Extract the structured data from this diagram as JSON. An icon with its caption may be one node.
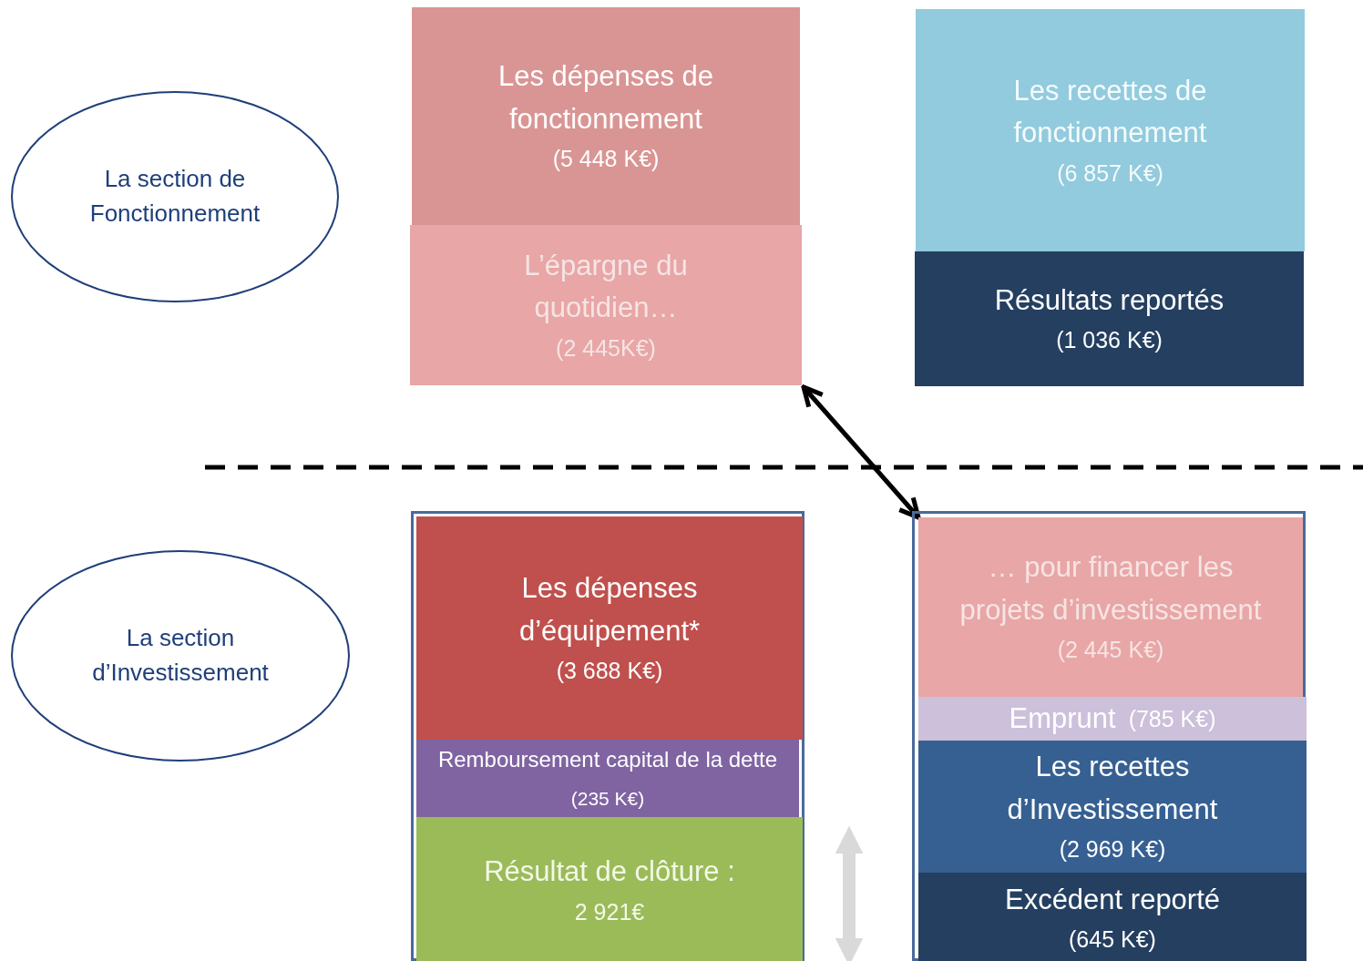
{
  "diagram": {
    "nodes": [
      {
        "text": [
          "La section de Fonctionnement"
        ]
      },
      {
        "text": [
          "Les dépenses de fonctionnement",
          "(5 448 K€)"
        ]
      },
      {
        "text": [
          "L’épargne du quotidien…",
          "(2 445K€)"
        ]
      },
      {
        "text": [
          "Les recettes de fonctionnement",
          "(6 857 K€)"
        ]
      },
      {
        "text": [
          "Résultats reportés",
          "(1 036 K€)"
        ]
      },
      {
        "text": [
          "La section d’Investissement"
        ]
      },
      {
        "text": [],
        "shape": "box"
      },
      {
        "text": [
          "Les dépenses d’équipement*",
          "(3 688 K€)"
        ],
        "in": 6
      },
      {
        "text": [
          "Remboursement capital de la dette",
          "(235 K€)"
        ],
        "in": 6
      },
      {
        "text": [
          "Résultat de clôture :",
          "2 921€"
        ],
        "in": 6
      },
      {
        "text": [],
        "shape": "box"
      },
      {
        "text": [
          "… pour financer les projets d’investissement",
          "(2 445 K€)"
        ],
        "in": 10
      },
      {
        "text": [
          "Emprunt",
          "(785 K€)"
        ],
        "in": 10
      },
      {
        "text": [
          "Les recettes d’Investissement",
          "(2 969 K€)"
        ],
        "in": 10
      },
      {
        "text": [
          "Excédent reporté",
          "(645 K€)"
        ],
        "in": 10
      }
    ],
    "edges": [
      {
        "from": 2,
        "to": 11,
        "arrow": "both"
      }
    ]
  }
}
